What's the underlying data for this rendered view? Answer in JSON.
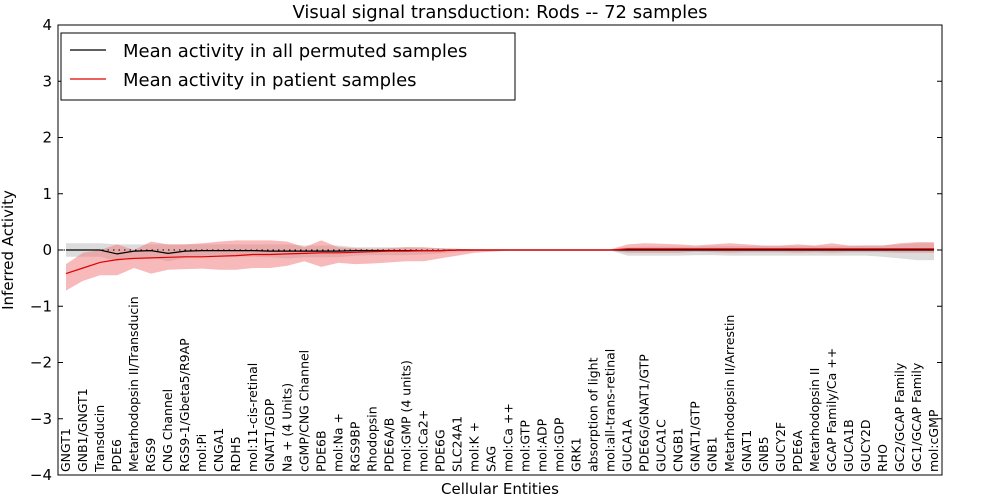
{
  "chart_data": {
    "type": "line",
    "title": "Visual signal transduction: Rods -- 72 samples",
    "xlabel": "Cellular Entities",
    "ylabel": "Inferred Activity",
    "ylim": [
      -4,
      4
    ],
    "yticks": [
      "4",
      "3",
      "2",
      "1",
      "0",
      "−1",
      "−2",
      "−3",
      "−4"
    ],
    "ytick_values": [
      4,
      3,
      2,
      1,
      0,
      -1,
      -2,
      -3,
      -4
    ],
    "grid": false,
    "legend_position": "top-left",
    "categories": [
      "GNGT1",
      "GNB1/GNGT1",
      "Transducin",
      "PDE6",
      "Metarhodopsin II/Transducin",
      "RGS9",
      "CNG Channel",
      "RGS9-1/Gbeta5/R9AP",
      "mol:Pi",
      "CNGA1",
      "RDH5",
      "mol:11-cis-retinal",
      "GNAT1/GDP",
      "Na + (4 Units)",
      "cGMP/CNG Channel",
      "PDE6B",
      "mol:Na +",
      "RGS9BP",
      "Rhodopsin",
      "PDE6A/B",
      "mol:GMP (4 units)",
      "mol:Ca2+",
      "PDE6G",
      "SLC24A1",
      "mol:K +",
      "SAG",
      "mol:Ca ++",
      "mol:GTP",
      "mol:ADP",
      "mol:GDP",
      "GRK1",
      "absorption of light",
      "mol:all-trans-retinal",
      "GUCA1A",
      "PDE6G/GNAT1/GTP",
      "GUCA1C",
      "CNGB1",
      "GNAT1/GTP",
      "GNB1",
      "Metarhodopsin II/Arrestin",
      "GNAT1",
      "GNB5",
      "GUCY2F",
      "PDE6A",
      "Metarhodopsin II",
      "GCAP Family/Ca ++",
      "GUCA1B",
      "GUCY2D",
      "RHO",
      "GC2/GCAP Family",
      "GC1/GCAP Family",
      "mol:cGMP"
    ],
    "series": [
      {
        "name": "Mean activity in all permuted samples",
        "color": "#000000",
        "band_color": "#c0c0c0",
        "values": [
          0,
          0,
          0,
          -0.07,
          -0.02,
          -0.01,
          -0.06,
          -0.02,
          -0.01,
          -0.01,
          -0.01,
          -0.01,
          -0.02,
          -0.02,
          -0.02,
          -0.02,
          -0.02,
          -0.01,
          -0.01,
          -0.01,
          -0.01,
          -0.01,
          -0.01,
          0,
          0,
          0,
          0,
          0,
          0,
          0,
          0,
          0,
          0,
          0,
          0,
          0,
          0,
          0,
          0,
          0,
          0,
          0,
          0,
          0,
          0,
          0,
          0,
          0,
          0,
          0,
          0,
          0
        ],
        "upper": [
          0.12,
          0.12,
          0.12,
          0.1,
          0.1,
          0.1,
          0.1,
          0.1,
          0.1,
          0.1,
          0.1,
          0.1,
          0.1,
          0.1,
          0.08,
          0.08,
          0.08,
          0.05,
          0.05,
          0.05,
          0.05,
          0.04,
          0.03,
          0.02,
          0.01,
          0.01,
          0.01,
          0.01,
          0.01,
          0.01,
          0.01,
          0.01,
          0.01,
          0.05,
          0.06,
          0.06,
          0.06,
          0.06,
          0.07,
          0.07,
          0.07,
          0.07,
          0.07,
          0.07,
          0.07,
          0.07,
          0.07,
          0.08,
          0.08,
          0.1,
          0.12,
          0.12
        ],
        "lower": [
          -0.12,
          -0.12,
          -0.12,
          -0.2,
          -0.13,
          -0.13,
          -0.2,
          -0.14,
          -0.12,
          -0.12,
          -0.12,
          -0.12,
          -0.13,
          -0.15,
          -0.13,
          -0.13,
          -0.13,
          -0.1,
          -0.09,
          -0.09,
          -0.09,
          -0.08,
          -0.06,
          -0.04,
          -0.02,
          -0.01,
          -0.01,
          -0.01,
          -0.01,
          -0.01,
          -0.01,
          -0.01,
          -0.01,
          -0.1,
          -0.1,
          -0.1,
          -0.1,
          -0.09,
          -0.09,
          -0.1,
          -0.1,
          -0.1,
          -0.1,
          -0.1,
          -0.1,
          -0.1,
          -0.1,
          -0.1,
          -0.12,
          -0.15,
          -0.18,
          -0.18
        ]
      },
      {
        "name": "Mean activity in patient samples",
        "color": "#e00000",
        "band_color": "#f08080",
        "values": [
          -0.42,
          -0.32,
          -0.22,
          -0.17,
          -0.15,
          -0.14,
          -0.13,
          -0.12,
          -0.12,
          -0.11,
          -0.1,
          -0.08,
          -0.08,
          -0.07,
          -0.06,
          -0.05,
          -0.05,
          -0.04,
          -0.03,
          -0.02,
          -0.02,
          -0.01,
          -0.01,
          0,
          0,
          0,
          0,
          0,
          0,
          0,
          0,
          0,
          0,
          0.02,
          0.02,
          0.02,
          0.02,
          0.02,
          0.02,
          0.02,
          0.02,
          0.02,
          0.02,
          0.02,
          0.02,
          0.02,
          0.02,
          0.02,
          0.02,
          0.02,
          0.02,
          0.02
        ],
        "upper": [
          -0.25,
          -0.05,
          0.0,
          0.1,
          0.0,
          0.15,
          0.1,
          0.1,
          0.12,
          0.15,
          0.17,
          0.17,
          0.17,
          0.15,
          0.05,
          0.17,
          0.05,
          0.03,
          0.02,
          0.03,
          0.05,
          0.05,
          0.03,
          0.02,
          0.01,
          0.01,
          0.01,
          0.01,
          0.01,
          0.01,
          0.01,
          0.01,
          0.01,
          0.1,
          0.12,
          0.11,
          0.1,
          0.08,
          0.1,
          0.12,
          0.1,
          0.08,
          0.08,
          0.1,
          0.08,
          0.12,
          0.08,
          0.08,
          0.08,
          0.12,
          0.14,
          0.14
        ],
        "lower": [
          -0.72,
          -0.55,
          -0.45,
          -0.45,
          -0.32,
          -0.42,
          -0.35,
          -0.34,
          -0.33,
          -0.35,
          -0.35,
          -0.32,
          -0.32,
          -0.28,
          -0.2,
          -0.3,
          -0.23,
          -0.25,
          -0.24,
          -0.22,
          -0.2,
          -0.2,
          -0.15,
          -0.1,
          -0.05,
          -0.03,
          -0.01,
          -0.01,
          -0.01,
          -0.01,
          -0.01,
          -0.01,
          -0.01,
          -0.05,
          -0.05,
          -0.05,
          -0.05,
          -0.03,
          -0.04,
          -0.05,
          -0.04,
          -0.04,
          -0.04,
          -0.05,
          -0.04,
          -0.05,
          -0.04,
          -0.04,
          -0.04,
          -0.05,
          -0.05,
          -0.05
        ]
      }
    ]
  }
}
